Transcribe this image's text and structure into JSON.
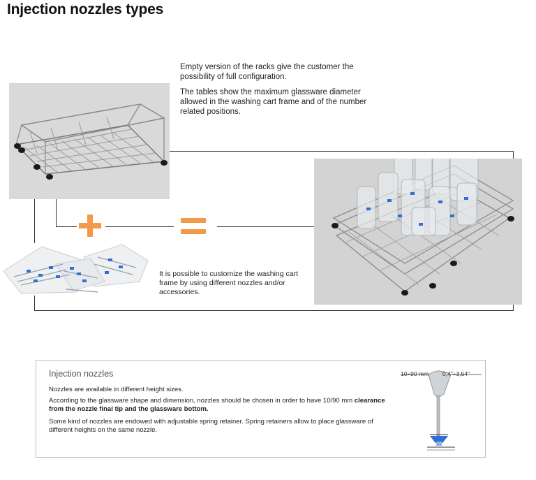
{
  "page": {
    "title": "Injection nozzles types"
  },
  "intro": {
    "paragraph1": "Empty version of the racks give the customer the possibility of full configuration.",
    "paragraph2": "The tables show the maximum glassware diameter allowed in the washing cart frame and of the number related positions."
  },
  "customize_text": "It is possible to customize the washing cart frame by using different nozzles and/or accessories.",
  "info_box": {
    "title": "Injection nozzles",
    "line1": "Nozzles are available in different height sizes.",
    "line2_normal": "According to the glassware shape and dimension, nozzles should be chosen in order to have 10/90 mm ",
    "line2_bold": "clearance from the nozzle final tip and the glassware bottom.",
    "line3": "Some kind of nozzles are endowed with adjustable spring retainer. Spring retainers allow to place glassware of different heights on the same nozzle.",
    "range_mm": "10÷90 mm",
    "range_in": "0,4\"÷3,54\""
  },
  "colors": {
    "accent_orange": "#f29a4a",
    "nozzle_blue": "#2f6fd6",
    "wire_gray": "#8a8a8a",
    "line": "#333333"
  },
  "icons": {
    "plus": "plus-icon",
    "equals": "equals-icon"
  }
}
